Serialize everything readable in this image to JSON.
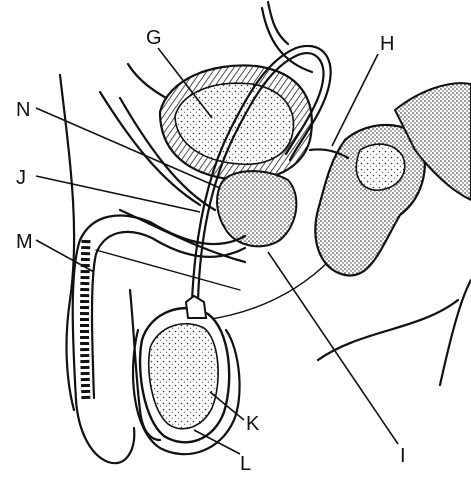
{
  "labels": {
    "G": "G",
    "H": "H",
    "N": "N",
    "J": "J",
    "M": "M",
    "K": "K",
    "L": "L",
    "I": "I"
  }
}
